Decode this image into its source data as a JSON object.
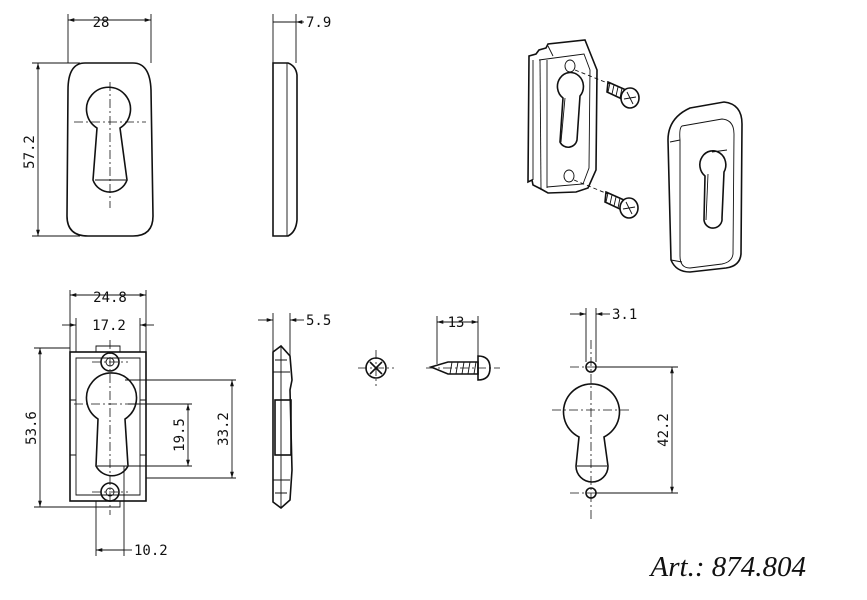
{
  "drawing": {
    "dimensions": {
      "rosette_width": "28",
      "rosette_thickness": "7.9",
      "rosette_height": "57.2",
      "base_width": "24.8",
      "base_inner_width": "17.2",
      "base_height": "53.6",
      "hole_spacing_inner": "19.5",
      "hole_spacing_outer": "33.2",
      "base_slot_width": "10.2",
      "base_thickness": "5.5",
      "screw_length": "13",
      "hole_offset": "3.1",
      "cutout_hole_distance": "42.2"
    },
    "article_label": "Art.: 874.804"
  }
}
